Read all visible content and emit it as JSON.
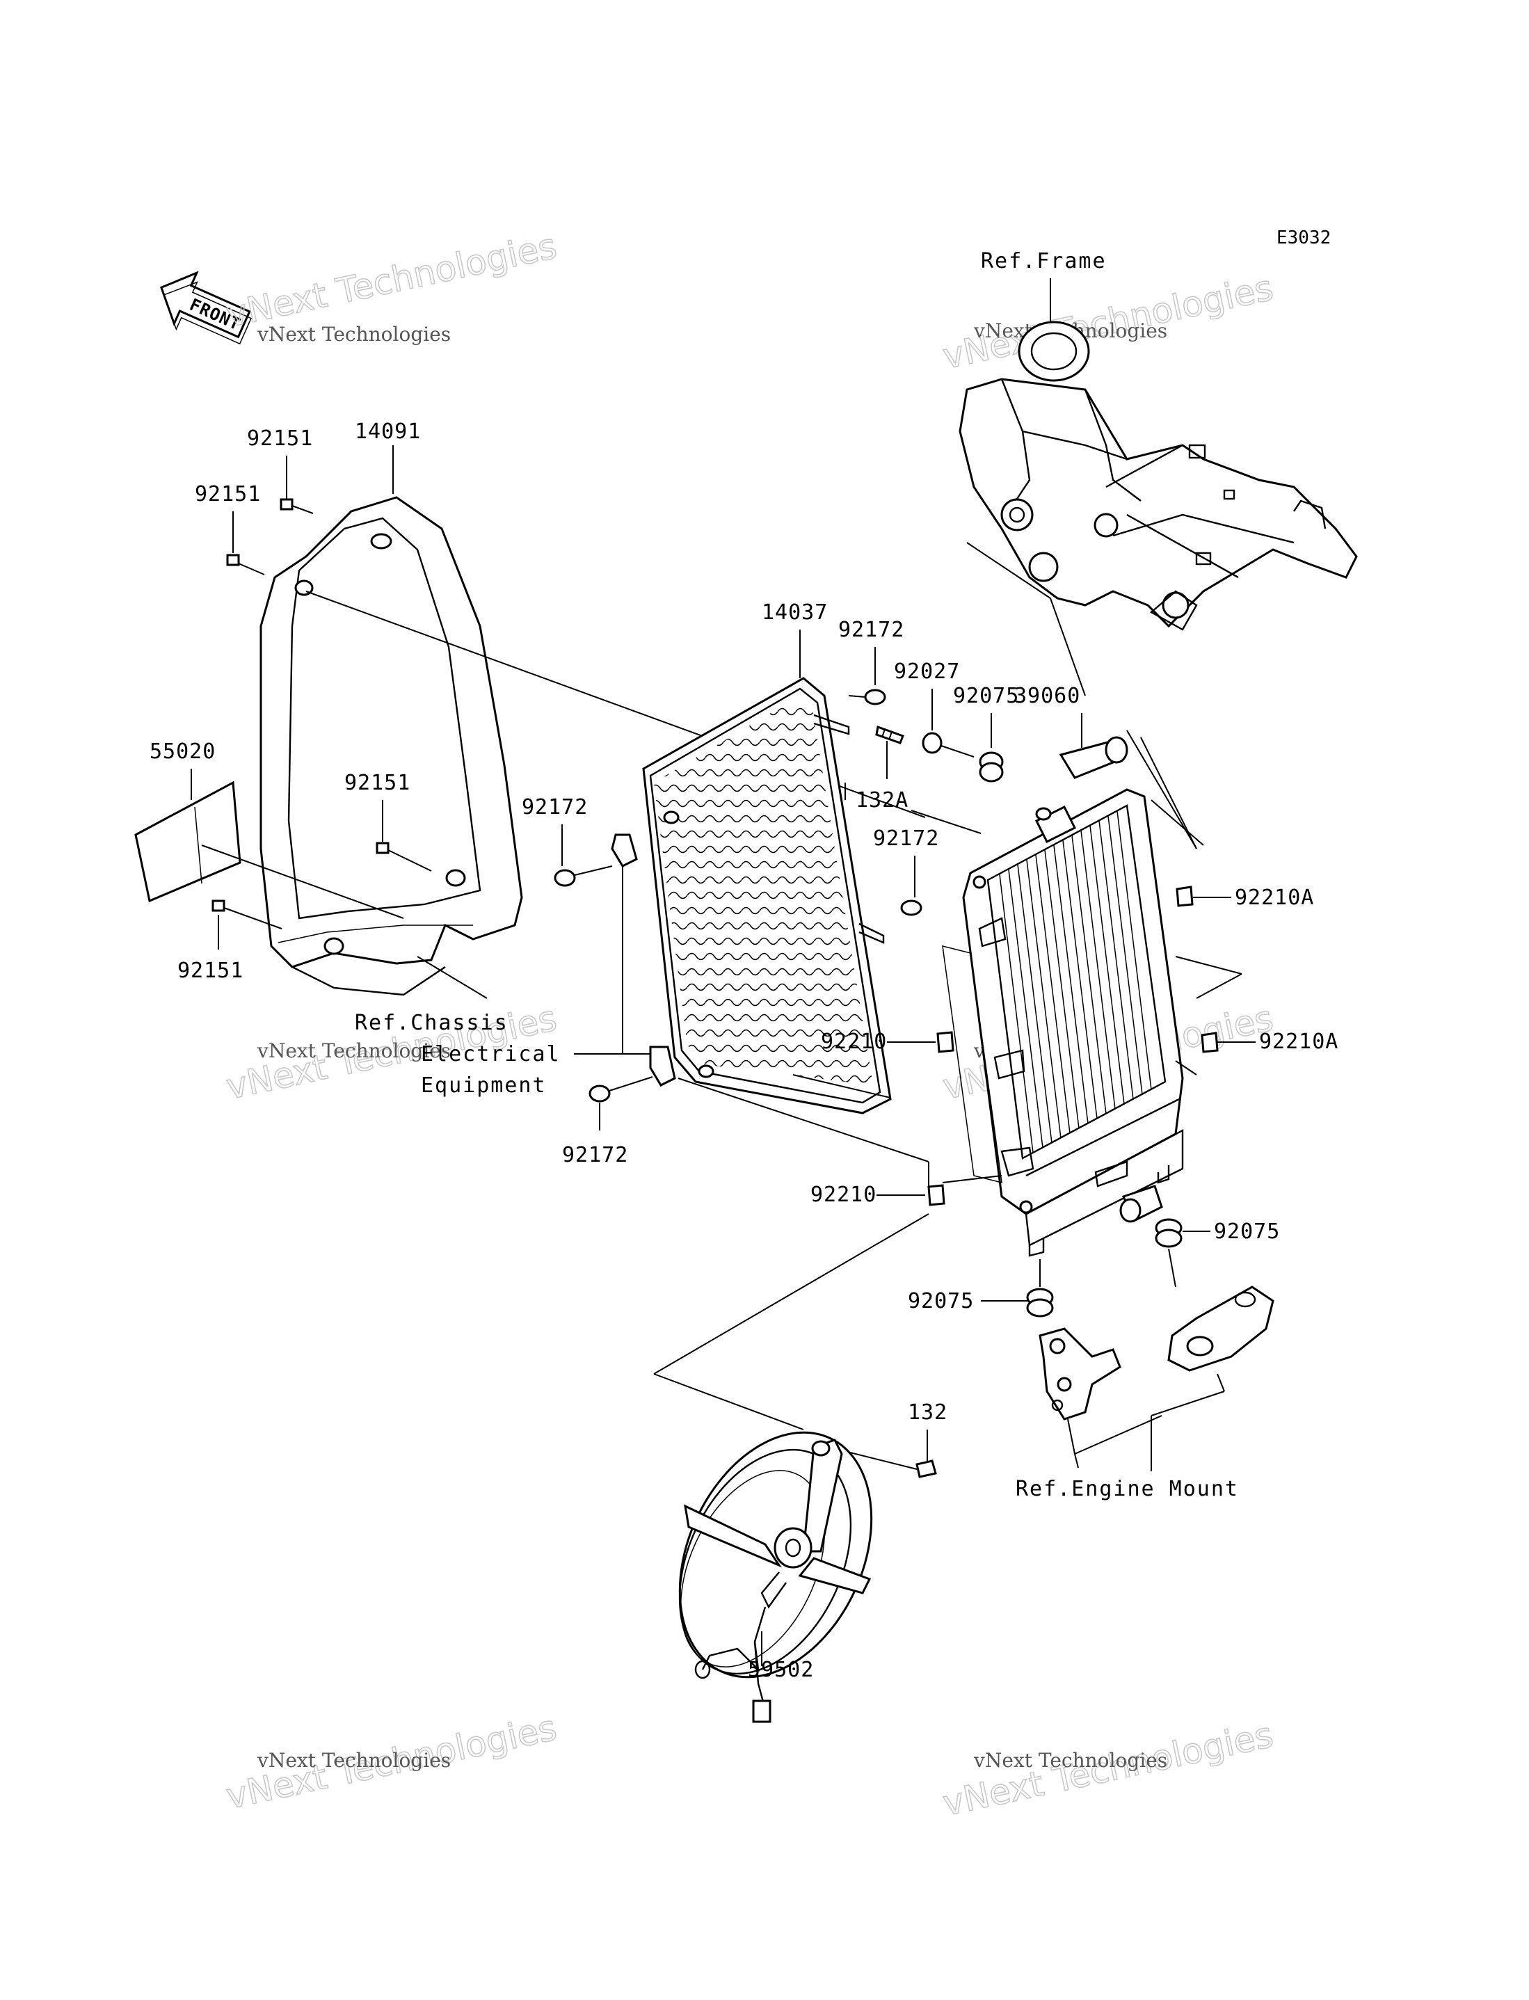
{
  "diagram_code": "E3032",
  "front_arrow": {
    "label": "FRONT",
    "icon": "front-arrow-icon"
  },
  "watermark": {
    "line1": "vNext Technologies",
    "line2": "vNext Technologies"
  },
  "refs": {
    "frame": "Ref.Frame",
    "chassis_line1": "Ref.Chassis",
    "chassis_line2": "Electrical",
    "chassis_line3": "Equipment",
    "engine_mount": "Ref.Engine Mount"
  },
  "parts": {
    "p14091": "14091",
    "p92151_a": "92151",
    "p92151_b": "92151",
    "p92151_c": "92151",
    "p92151_d": "92151",
    "p55020": "55020",
    "p14037": "14037",
    "p92172_a": "92172",
    "p92172_b": "92172",
    "p92172_c": "92172",
    "p92172_d": "92172",
    "p92027": "92027",
    "p92075_a": "92075",
    "p92075_b": "92075",
    "p92075_c": "92075",
    "p39060": "39060",
    "p132A": "132A",
    "p92210A_a": "92210A",
    "p92210A_b": "92210A",
    "p92210_a": "92210",
    "p92210_b": "92210",
    "p132": "132",
    "p59502": "59502"
  }
}
